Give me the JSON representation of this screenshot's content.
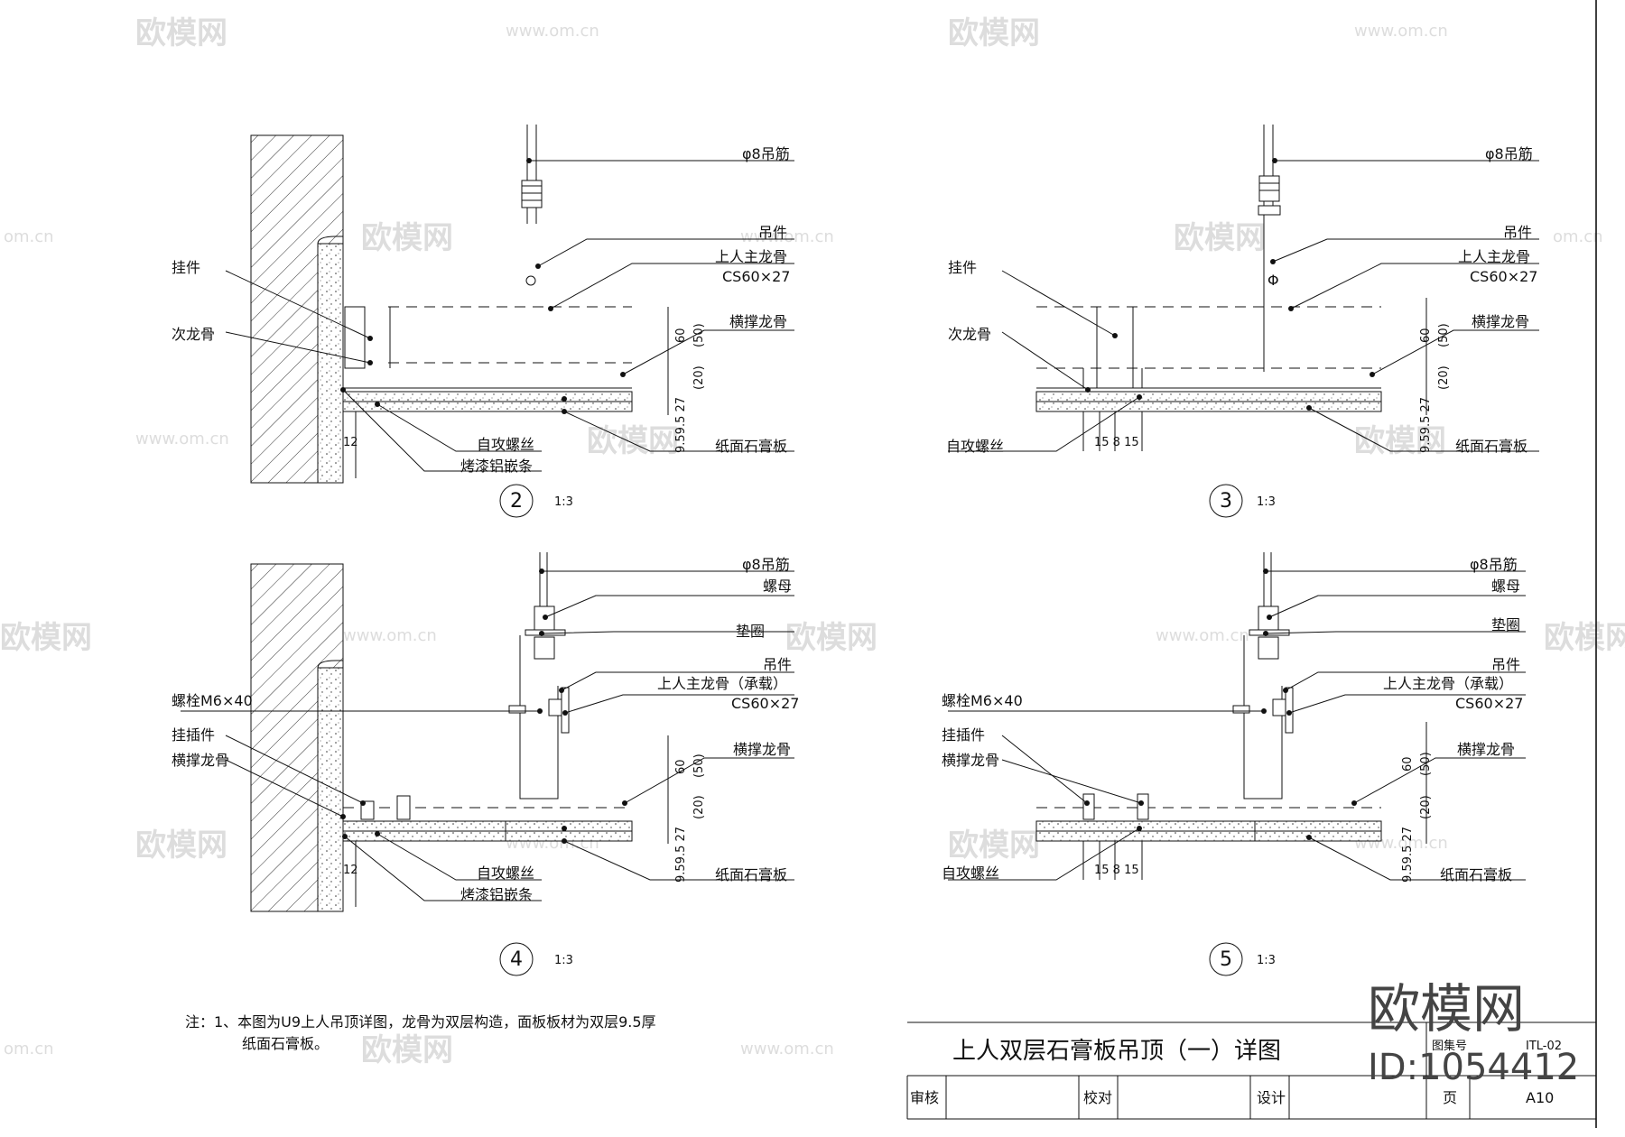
{
  "watermarks": {
    "logo": "欧模网",
    "url": "www.om.cn",
    "url_short": "om.cn"
  },
  "details": {
    "d2": {
      "number": "2",
      "scale": "1:3",
      "rebar": "φ8吊筋",
      "hanger": "吊件",
      "main_keel": "上人主龙骨",
      "main_spec": "CS60×27",
      "cross_keel": "横撑龙骨",
      "clip": "挂件",
      "sub_keel": "次龙骨",
      "screw": "自攻螺丝",
      "trim": "烤漆铝嵌条",
      "board": "纸面石膏板",
      "dim_60": "60",
      "dim_50": "(50)",
      "dim_27": "9.59.5 27",
      "dim_20": "(20)",
      "dim_12": "12"
    },
    "d3": {
      "number": "3",
      "scale": "1:3",
      "rebar": "φ8吊筋",
      "hanger": "吊件",
      "main_keel": "上人主龙骨",
      "main_spec": "CS60×27",
      "cross_keel": "横撑龙骨",
      "clip": "挂件",
      "sub_keel": "次龙骨",
      "screw": "自攻螺丝",
      "board": "纸面石膏板",
      "dim_60": "60",
      "dim_50": "(50)",
      "dim_27": "9.59.5 27",
      "dim_20": "(20)",
      "dim_158": "15 8 15"
    },
    "d4": {
      "number": "4",
      "scale": "1:3",
      "rebar": "φ8吊筋",
      "nut": "螺母",
      "washer": "垫圈",
      "hanger": "吊件",
      "main_keel": "上人主龙骨（承载）",
      "main_spec": "CS60×27",
      "cross_keel": "横撑龙骨",
      "bolt": "螺栓M6×40",
      "plug": "挂插件",
      "cross_keel_left": "横撑龙骨",
      "screw": "自攻螺丝",
      "trim": "烤漆铝嵌条",
      "board": "纸面石膏板",
      "dim_60": "60",
      "dim_50": "(50)",
      "dim_27": "9.59.5 27",
      "dim_20": "(20)",
      "dim_12": "12"
    },
    "d5": {
      "number": "5",
      "scale": "1:3",
      "rebar": "φ8吊筋",
      "nut": "螺母",
      "washer": "垫圈",
      "hanger": "吊件",
      "main_keel": "上人主龙骨（承载）",
      "main_spec": "CS60×27",
      "cross_keel": "横撑龙骨",
      "bolt": "螺栓M6×40",
      "plug": "挂插件",
      "cross_keel_left": "横撑龙骨",
      "screw": "自攻螺丝",
      "board": "纸面石膏板",
      "dim_60": "60",
      "dim_50": "(50)",
      "dim_27": "9.59.5 27",
      "dim_20": "(20)",
      "dim_158": "15 8 15"
    }
  },
  "note": {
    "line1": "注：1、本图为U9上人吊顶详图，龙骨为双层构造，面板板材为双层9.5厚",
    "line2": "纸面石膏板。"
  },
  "title_block": {
    "title": "上人双层石膏板吊顶（一）详图",
    "atlas_label": "图集号",
    "atlas_no": "ITL-02",
    "review": "审核",
    "check": "校对",
    "design": "设计",
    "page_label": "页",
    "page_no": "A10"
  },
  "brand": {
    "name": "欧模网",
    "id": "ID:1054412"
  }
}
